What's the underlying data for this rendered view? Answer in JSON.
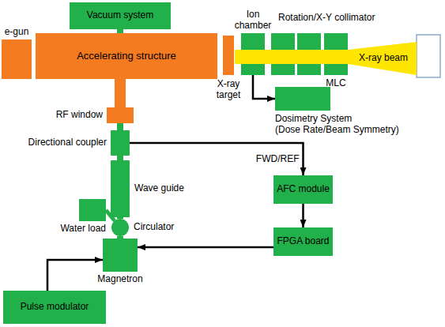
{
  "diagram": {
    "nodes": [
      {
        "text": [
          "Vacuum system"
        ]
      },
      {
        "text": [
          "e-gun"
        ]
      },
      {
        "text": [
          "Accelerating structure"
        ]
      },
      {
        "text": [
          "X-ray target"
        ]
      },
      {
        "text": [
          "Ion chamber"
        ]
      },
      {
        "text": [
          "MLC"
        ]
      },
      {
        "text": [
          "X-ray beam"
        ]
      },
      {
        "text": [
          "RF window"
        ]
      },
      {
        "text": [
          "Directional coupler"
        ]
      },
      {
        "text": [
          "Dosimetry System",
          "(Dose Rate/Beam Symmetry)"
        ]
      },
      {
        "text": [
          "Wave guide"
        ]
      },
      {
        "text": [
          "AFC module"
        ]
      },
      {
        "text": [
          "Water load"
        ]
      },
      {
        "text": [
          "Circulator"
        ]
      },
      {
        "text": [
          "Magnetron"
        ]
      },
      {
        "text": [
          "FPGA board"
        ]
      },
      {
        "text": [
          "Pulse modulator"
        ]
      }
    ],
    "edges": [
      {
        "from": 0,
        "to": 2,
        "arrow": "none"
      },
      {
        "from": 2,
        "to": 7,
        "arrow": "none"
      },
      {
        "from": 7,
        "to": 8,
        "arrow": "none"
      },
      {
        "from": 8,
        "to": 10,
        "arrow": "none"
      },
      {
        "from": 10,
        "to": 13,
        "arrow": "none"
      },
      {
        "from": 12,
        "to": 13,
        "arrow": "none"
      },
      {
        "from": 13,
        "to": 14,
        "arrow": "none"
      },
      {
        "from": 4,
        "to": 9,
        "arrow": "to"
      },
      {
        "from": 8,
        "to": 11,
        "label": "FWD/REF",
        "arrow": "to"
      },
      {
        "from": 11,
        "to": 15,
        "arrow": "to"
      },
      {
        "from": 15,
        "to": 14,
        "arrow": "to"
      },
      {
        "from": 16,
        "to": 14,
        "arrow": "to"
      }
    ],
    "labels": [
      "Rotation/X-Y collimator"
    ]
  }
}
